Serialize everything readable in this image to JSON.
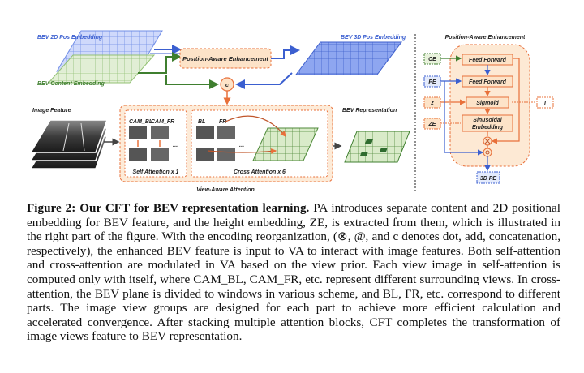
{
  "figure": {
    "labels": {
      "bev_2d_pos": "BEV 2D Pos Embedding",
      "bev_content": "BEV Content Embedding",
      "bev_3d_pos": "BEV 3D Pos Embedding",
      "pa_box": "Position-Aware Enhancement",
      "concat_symbol": "c",
      "image_feature": "Image Feature",
      "bev_representation": "BEV Representation",
      "cam_bl": "CAM_BL",
      "cam_fr": "CAM_FR",
      "ellipsis": "...",
      "self_attention": "Self Attention x 1",
      "bl": "BL",
      "fr": "FR",
      "cross_attention": "Cross Attention x 6",
      "view_aware_attention": "View-Aware Attention"
    },
    "pa_panel": {
      "title": "Position-Aware Enhancement",
      "ce": "CE",
      "pe": "PE",
      "z": "z",
      "ze": "ZE",
      "t": "T",
      "feed_forward_1": "Feed Forward",
      "feed_forward_2": "Feed Forward",
      "sigmoid": "Sigmoid",
      "sinusoidal_1": "Sinusoidal",
      "sinusoidal_2": "Embedding",
      "pe_3d": "3D PE"
    },
    "colors": {
      "blue": "#4a6fd6",
      "green": "#6aa84f",
      "orange": "#e8703a",
      "peach": "#fde9d4",
      "dark_green": "#2e6b2e"
    }
  },
  "caption": {
    "title": "Figure 2: Our CFT for BEV representation learning.",
    "body": "PA introduces separate content and 2D positional embedding for BEV feature, and the height embedding, ZE, is extracted from them, which is illustrated in the right part of the figure. With the encoding reorganization, (⊗, @, and c denotes dot, add, concatenation, respectively), the enhanced BEV feature is input to VA to interact with image features. Both self-attention and cross-attention are modulated in VA based on the view prior. Each view image in self-attention is computed only with itself, where CAM_BL, CAM_FR, etc. represent different surrounding views. In cross-attention, the BEV plane is divided to windows in various scheme, and BL, FR, etc. correspond to different parts. The image view groups are designed for each part to achieve more efficient calculation and accelerated convergence. After stacking multiple attention blocks, CFT completes the transformation of image views feature to BEV representation."
  }
}
